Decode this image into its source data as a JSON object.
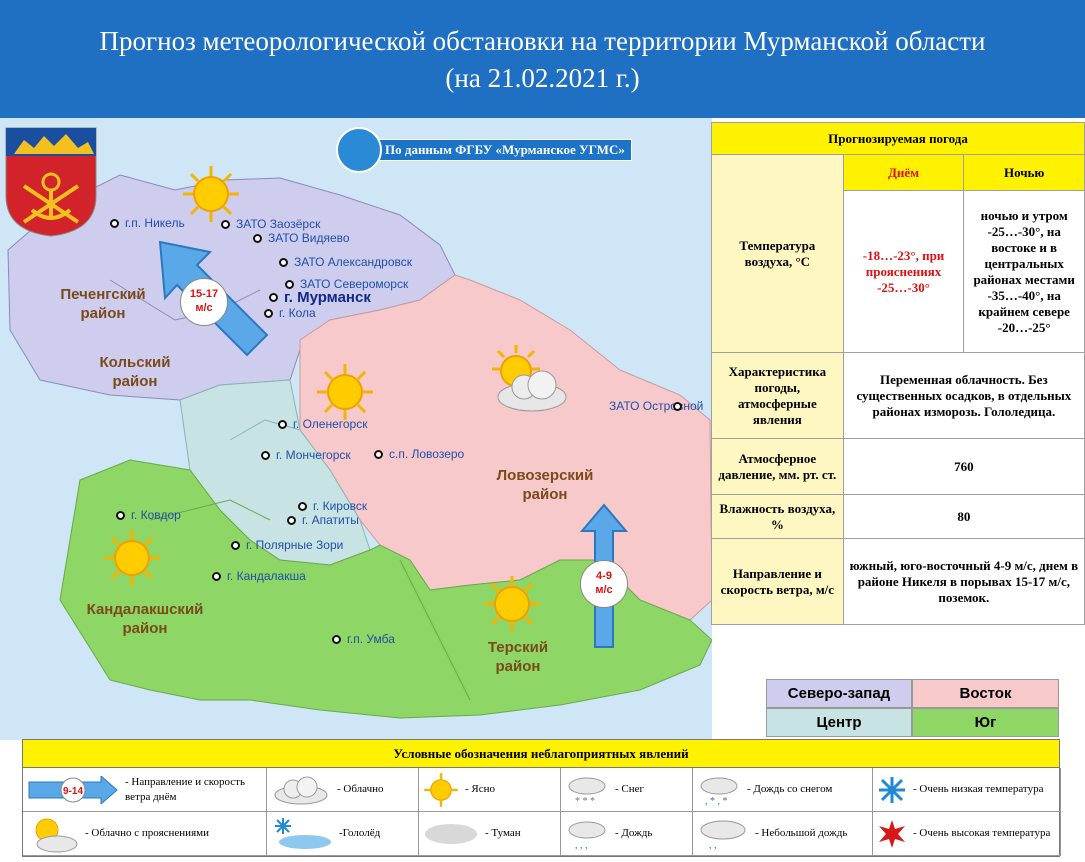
{
  "header": {
    "title_line1": "Прогноз метеорологической обстановки на территории Мурманской области",
    "title_line2": "(на 21.02.2021 г.)"
  },
  "source": {
    "text": "По данным ФГБУ «Мурманское УГМС»"
  },
  "cities": {
    "nikel": "г.п. Никель",
    "zaozersk": "ЗАТО Заозёрск",
    "vidyaevo": "ЗАТО Видяево",
    "aleksandrovsk": "ЗАТО Александровск",
    "severomorsk": "ЗАТО Североморск",
    "murmansk": "г. Мурманск",
    "kola": "г. Кола",
    "olenegorsk": "г. Оленегорск",
    "monchegorsk": "г. Мончегорск",
    "lovozero": "с.п. Ловозеро",
    "ostrovnoy": "ЗАТО Островной",
    "kirovsk": "г. Кировск",
    "apatity": "г. Апатиты",
    "kovdor": "г. Ковдор",
    "polyarnye_zori": "г. Полярные Зори",
    "kandalaksha": "г. Кандалакша",
    "umba": "г.п. Умба"
  },
  "districts": {
    "pechenga_1": "Печенгский",
    "pechenga_2": "район",
    "kola_1": "Кольский",
    "kola_2": "район",
    "lovozero_1": "Ловозерский",
    "lovozero_2": "район",
    "kandalaksha_1": "Кандалакшский",
    "kandalaksha_2": "район",
    "tersky_1": "Терский",
    "tersky_2": "район"
  },
  "wind_badges": {
    "northwest": {
      "value": "15-17",
      "unit": "м/с"
    },
    "south": {
      "value": "4-9",
      "unit": "м/с"
    }
  },
  "forecast_table": {
    "header": "Прогнозируемая погода",
    "day_label": "Днём",
    "night_label": "Ночью",
    "rows": {
      "temperature": {
        "label": "Температура воздуха, °С",
        "day": "-18…-23°, при прояснениях -25…-30°",
        "night": "ночью и утром -25…-30°, на востоке и в центральных районах местами -35…-40°, на крайнем севере -20…-25°"
      },
      "weather": {
        "label": "Характеристика погоды, атмосферные явления",
        "value": "Переменная облачность. Без существенных осадков, в отдельных районах изморозь. Гололедица."
      },
      "pressure": {
        "label": "Атмосферное давление, мм. рт. ст.",
        "value": "760"
      },
      "humidity": {
        "label": "Влажность воздуха, %",
        "value": "80"
      },
      "wind": {
        "label": "Направление и скорость ветра, м/с",
        "value": "южный, юго-восточный 4-9 м/с, днем в районе Никеля в порывах 15-17 м/с, поземок."
      }
    }
  },
  "region_legend": {
    "northwest": "Северо-запад",
    "east": "Восток",
    "center": "Центр",
    "south": "Юг"
  },
  "colors": {
    "northwest": "#cfcdee",
    "east": "#f7c9cb",
    "center": "#c8e3e3",
    "south": "#8ed665",
    "sea": "#cfe6f7",
    "header": "#1f6fc2"
  },
  "legend": {
    "title": "Условные обозначения неблагоприятных явлений",
    "wind_badge": "9-14",
    "items": {
      "wind": "- Направление  и скорость ветра днём",
      "cloudy": "- Облачно",
      "clear": "- Ясно",
      "snow": "- Снег",
      "rain_snow": "- Дождь со снегом",
      "very_low_temp": "- Очень низкая температура",
      "partly_cloudy": "- Облачно с прояснениями",
      "ice": "-Гололёд",
      "fog": "- Туман",
      "rain": "- Дождь",
      "light_rain": "- Небольшой дождь",
      "very_high_temp": "- Очень высокая температура"
    }
  }
}
